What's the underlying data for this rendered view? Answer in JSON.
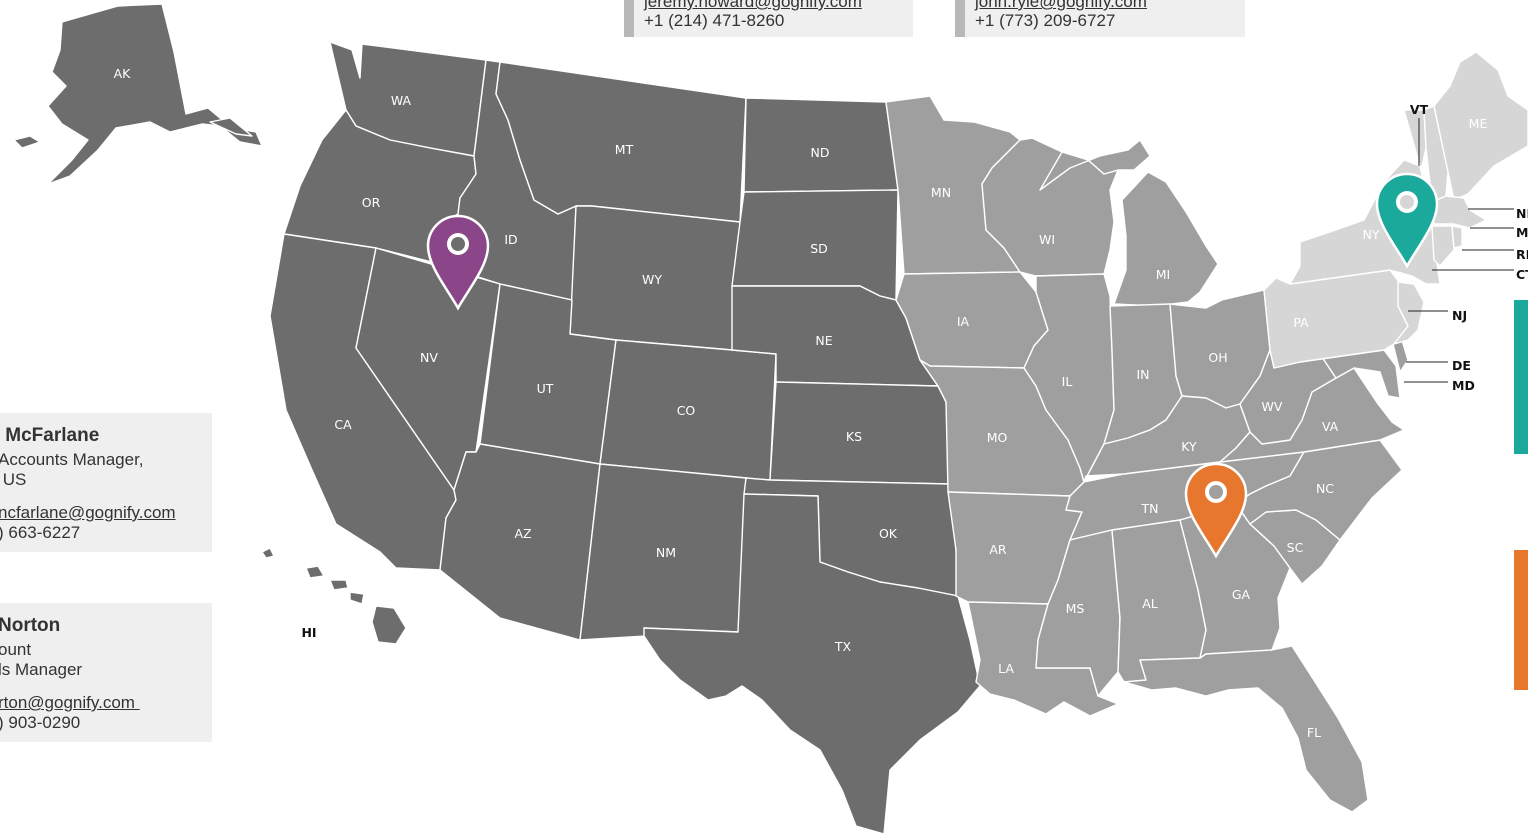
{
  "colors": {
    "west": "#6d6d6d",
    "mid": "#9f9f9f",
    "northeast": "#d6d6d6",
    "pin_purple": "#8b4589",
    "pin_teal": "#1aa99a",
    "pin_orange": "#e8772e"
  },
  "states": {
    "AK": "AK",
    "HI": "HI",
    "WA": "WA",
    "OR": "OR",
    "CA": "CA",
    "ID": "ID",
    "NV": "NV",
    "MT": "MT",
    "WY": "WY",
    "UT": "UT",
    "AZ": "AZ",
    "CO": "CO",
    "NM": "NM",
    "ND": "ND",
    "SD": "SD",
    "NE": "NE",
    "KS": "KS",
    "OK": "OK",
    "TX": "TX",
    "MN": "MN",
    "IA": "IA",
    "MO": "MO",
    "AR": "AR",
    "LA": "LA",
    "WI": "WI",
    "IL": "IL",
    "MI": "MI",
    "IN": "IN",
    "OH": "OH",
    "KY": "KY",
    "TN": "TN",
    "MS": "MS",
    "AL": "AL",
    "GA": "GA",
    "FL": "FL",
    "SC": "SC",
    "NC": "NC",
    "VA": "VA",
    "WV": "WV",
    "PA": "PA",
    "NY": "NY",
    "VT": "VT",
    "ME": "ME",
    "NH": "NH",
    "MA": "MA",
    "RI": "RI",
    "CT": "CT",
    "NJ": "NJ",
    "DE": "DE",
    "MD": "MD"
  },
  "cards": {
    "top_left": {
      "email": "jeremy.howard@gognify.com",
      "phone": "+1 (214) 471-8260"
    },
    "top_right": {
      "email": "john.ryle@gognify.com",
      "phone": "+1 (773) 209-6727"
    },
    "left_1": {
      "name": " McFarlane",
      "title1": "Accounts Manager,",
      "title2": " US",
      "email": "ncfarlane@gognify.com",
      "phone": ") 663-6227"
    },
    "left_2": {
      "name": "Norton",
      "title1": "ount",
      "title2": "ls Manager",
      "email": "rton@gognify.com ",
      "phone": ") 903-0290"
    }
  }
}
